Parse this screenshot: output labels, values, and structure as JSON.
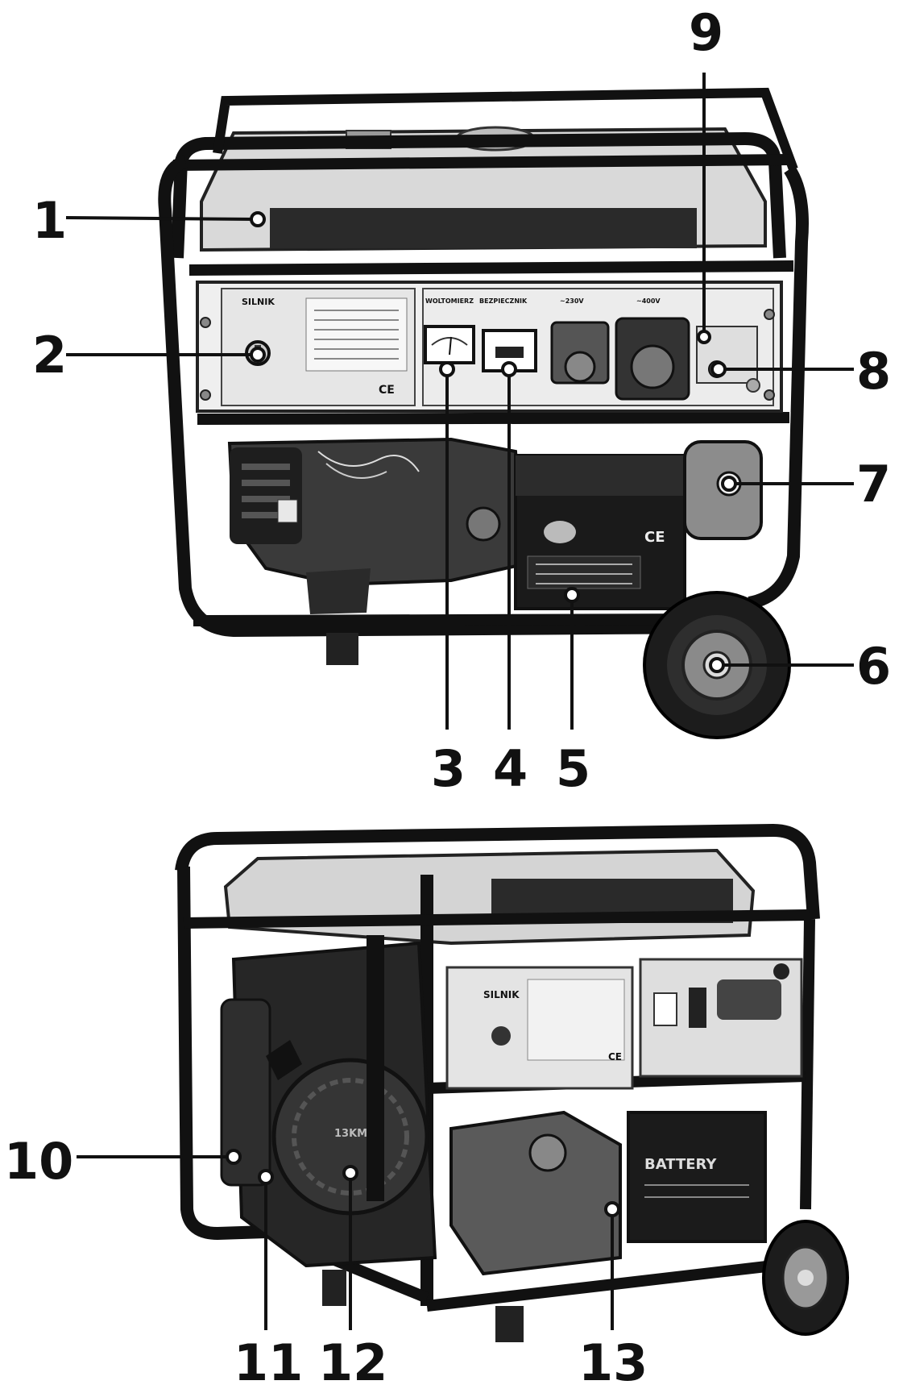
{
  "callouts": {
    "c1": "1",
    "c2": "2",
    "c3": "3",
    "c4": "4",
    "c5": "5",
    "c6": "6",
    "c7": "7",
    "c8": "8",
    "c9": "9",
    "c10": "10",
    "c11": "11",
    "c12": "12",
    "c13": "13"
  },
  "front_panel": {
    "engine_label": "SILNIK",
    "voltmeter_label": "WOLTOMIERZ",
    "breaker_label": "BEZPIECZNIK",
    "socket_230_label": "~230V",
    "socket_400_label": "~400V",
    "ce_mark": "CE"
  },
  "battery": {
    "ce_mark": "CE",
    "brand_text": "BATTERY"
  },
  "recoil": {
    "text": "13KM"
  },
  "rear_panel": {
    "engine_label": "SILNIK",
    "ce_mark": "CE"
  }
}
